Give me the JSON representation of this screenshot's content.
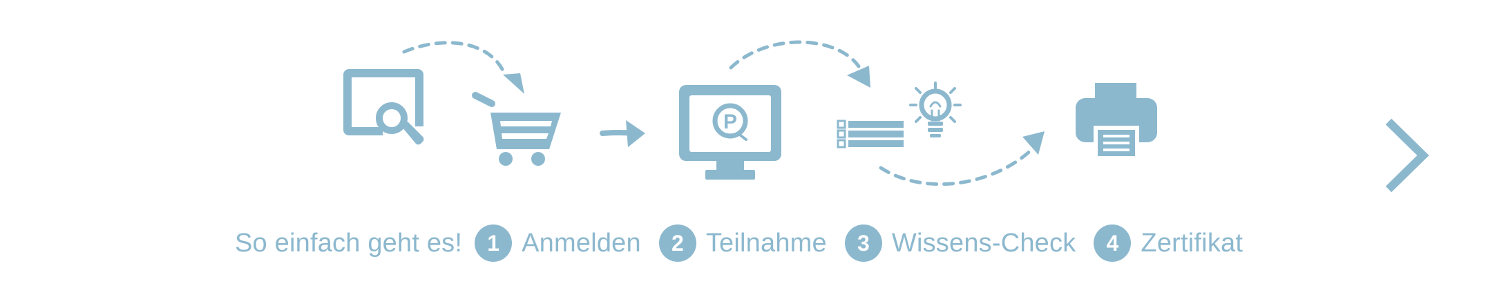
{
  "intro": "So einfach geht es!",
  "steps": [
    {
      "number": "1",
      "label": "Anmelden"
    },
    {
      "number": "2",
      "label": "Teilnahme"
    },
    {
      "number": "3",
      "label": "Wissens-Check"
    },
    {
      "number": "4",
      "label": "Zertifikat"
    }
  ],
  "icons": {
    "search": "search-document-icon",
    "cart": "shopping-cart-icon",
    "monitor": "monitor-icon",
    "checklist": "checklist-icon",
    "lightbulb": "lightbulb-icon",
    "printer": "printer-icon",
    "next": "chevron-right-icon"
  },
  "colors": {
    "accent": "#8cb8ce",
    "background": "#ffffff"
  }
}
